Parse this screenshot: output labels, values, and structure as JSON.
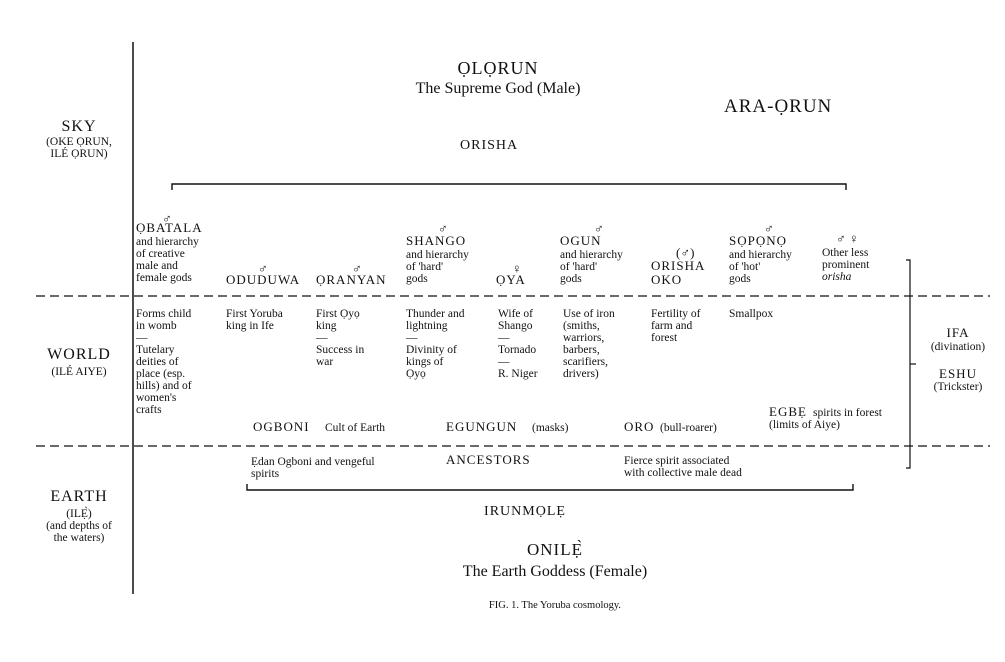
{
  "top": {
    "olorun": "ỌLỌRUN",
    "olorun_sub": "The Supreme God (Male)",
    "ara_orun": "ARA-ỌRUN",
    "orisha": "ORISHA"
  },
  "realms": {
    "sky": "SKY",
    "sky_sub": "(OKE ỌRUN,\nILÉ ỌRUN)",
    "world": "WORLD",
    "world_sub": "(ILÉ AIYE)",
    "earth": "EARTH",
    "earth_sub": "(ILẸ̀)\n(and depths of\nthe waters)"
  },
  "deities": [
    {
      "sym": "♂",
      "name": "ỌBATALA",
      "desc": "and hierarchy\nof creative\nmale and\nfemale gods",
      "attrs": "Forms child\nin womb\n—\nTutelary\ndeities of\nplace (esp.\nhills) and of\nwomen's\ncrafts"
    },
    {
      "sym": "♂",
      "name": "ODUDUWA",
      "desc": "",
      "attrs": "First Yoruba\nking in Ife"
    },
    {
      "sym": "♂",
      "name": "ỌRANYAN",
      "desc": "",
      "attrs": "First Ọyọ\nking\n—\nSuccess in\nwar"
    },
    {
      "sym": "♂",
      "name": "SHANGO",
      "desc": "and hierarchy\nof 'hard'\ngods",
      "attrs": "Thunder and\nlightning\n—\nDivinity of\nkings of\nỌyọ"
    },
    {
      "sym": "♀",
      "name": "ỌYA",
      "desc": "",
      "attrs": "Wife of\nShango\n—\nTornado\n—\nR. Niger"
    },
    {
      "sym": "♂",
      "name": "OGUN",
      "desc": "and hierarchy\nof 'hard'\ngods",
      "attrs": "Use of iron\n(smiths,\nwarriors,\nbarbers,\nscarifiers,\ndrivers)"
    },
    {
      "sym": "(♂)",
      "name": "ORISHA\nOKO",
      "desc": "",
      "attrs": "Fertility of\nfarm and\nforest"
    },
    {
      "sym": "♂",
      "name": "SỌPỌNỌ",
      "desc": "and hierarchy\nof 'hot'\ngods",
      "attrs": "Smallpox"
    },
    {
      "sym": "♂ ♀",
      "name": "",
      "desc": "Other less\nprominent\norisha",
      "attrs": ""
    }
  ],
  "side": {
    "ifa": "IFA",
    "ifa_sub": "(divination)",
    "eshu": "ESHU",
    "eshu_sub": "(Trickster)"
  },
  "cults": {
    "ogboni": "OGBONI",
    "ogboni_sub": "Cult of Earth",
    "egungun": "EGUNGUN",
    "egungun_sub": "(masks)",
    "oro": "ORO",
    "oro_sub": "(bull-roarer)",
    "egbe": "EGBẸ",
    "egbe_sub": "spirits in forest\n(limits of Aiye)"
  },
  "earth_row": {
    "edan": "Ẹdan Ogboni and vengeful\nspirits",
    "ancestors": "ANCESTORS",
    "fierce": "Fierce spirit associated\nwith collective male dead"
  },
  "bottom": {
    "irunmole": "IRUNMỌLẸ",
    "onile": "ONILẸ̀",
    "onile_sub": "The Earth Goddess (Female)",
    "caption": "FIG. 1. The Yoruba cosmology."
  }
}
